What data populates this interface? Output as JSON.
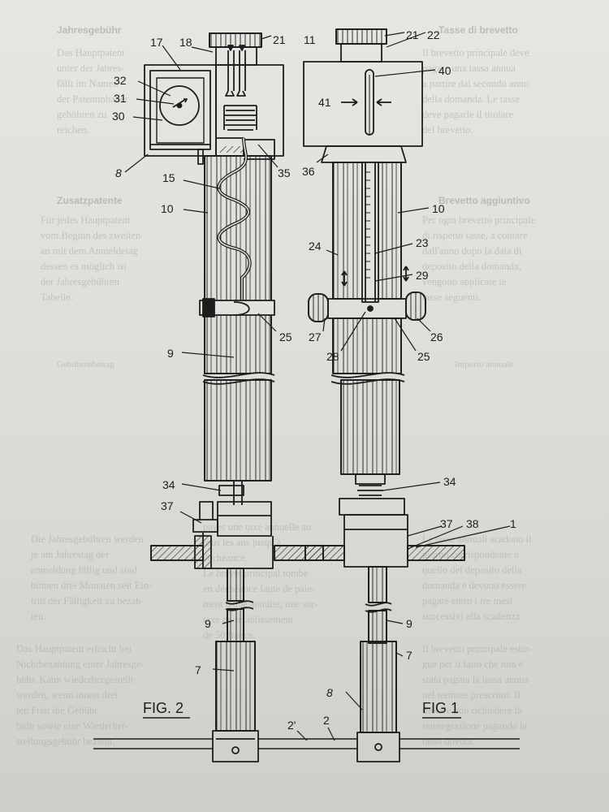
{
  "figures": {
    "fig2": {
      "title": "FIG. 2"
    },
    "fig1": {
      "title": "FIG 1"
    }
  },
  "labels_fig2": [
    {
      "id": "17",
      "text": "17"
    },
    {
      "id": "18",
      "text": "18"
    },
    {
      "id": "21",
      "text": "21"
    },
    {
      "id": "32",
      "text": "32"
    },
    {
      "id": "31",
      "text": "31"
    },
    {
      "id": "30",
      "text": "30"
    },
    {
      "id": "8a",
      "text": "8"
    },
    {
      "id": "35",
      "text": "35"
    },
    {
      "id": "15",
      "text": "15"
    },
    {
      "id": "10a",
      "text": "10"
    },
    {
      "id": "25a",
      "text": "25"
    },
    {
      "id": "9a",
      "text": "9"
    },
    {
      "id": "34a",
      "text": "34"
    },
    {
      "id": "37a",
      "text": "37"
    },
    {
      "id": "9b",
      "text": "9"
    },
    {
      "id": "7a",
      "text": "7"
    },
    {
      "id": "2p",
      "text": "2'"
    },
    {
      "id": "2a",
      "text": "2"
    }
  ],
  "labels_fig1": [
    {
      "id": "21b",
      "text": "21"
    },
    {
      "id": "22",
      "text": "22"
    },
    {
      "id": "11",
      "text": "11"
    },
    {
      "id": "40",
      "text": "40"
    },
    {
      "id": "41",
      "text": "41"
    },
    {
      "id": "36",
      "text": "36"
    },
    {
      "id": "10b",
      "text": "10"
    },
    {
      "id": "24",
      "text": "24"
    },
    {
      "id": "23",
      "text": "23"
    },
    {
      "id": "29",
      "text": "29"
    },
    {
      "id": "27",
      "text": "27"
    },
    {
      "id": "26",
      "text": "26"
    },
    {
      "id": "28",
      "text": "28"
    },
    {
      "id": "25b",
      "text": "25"
    },
    {
      "id": "34b",
      "text": "34"
    },
    {
      "id": "37b",
      "text": "37"
    },
    {
      "id": "38",
      "text": "38"
    },
    {
      "id": "1",
      "text": "1"
    },
    {
      "id": "9c",
      "text": "9"
    },
    {
      "id": "7b",
      "text": "7"
    },
    {
      "id": "8b",
      "text": "8"
    }
  ]
}
